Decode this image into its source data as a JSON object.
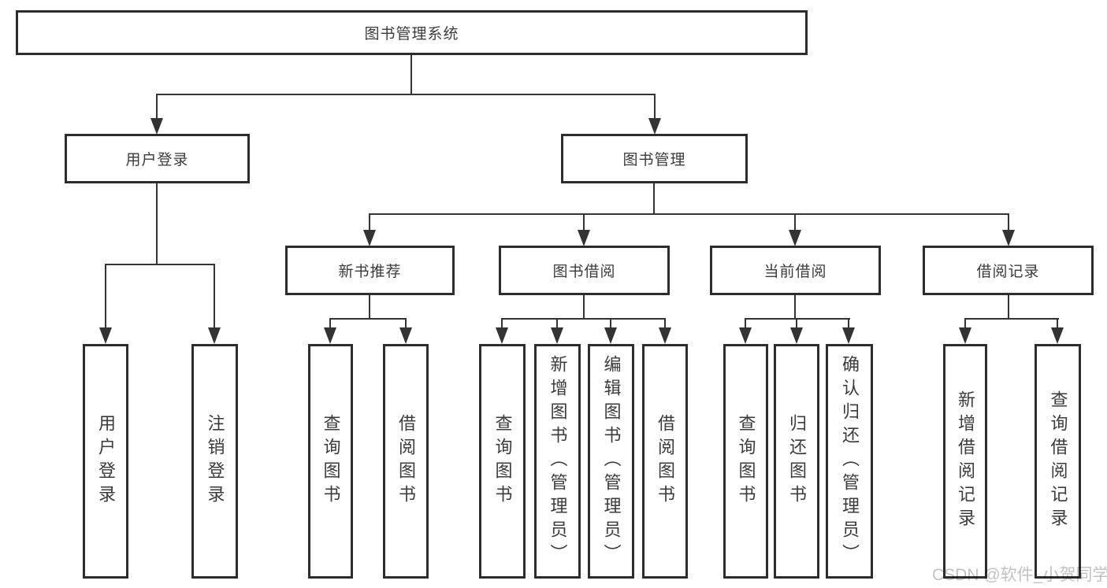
{
  "tree": {
    "root": {
      "label": "图书管理系统"
    },
    "level1": [
      {
        "label": "用户登录"
      },
      {
        "label": "图书管理"
      }
    ],
    "level2": [
      {
        "label": "新书推荐"
      },
      {
        "label": "图书借阅"
      },
      {
        "label": "当前借阅"
      },
      {
        "label": "借阅记录"
      }
    ],
    "leaves": {
      "user_login": [
        "用户登录",
        "注销登录"
      ],
      "new_book": [
        "查询图书",
        "借阅图书"
      ],
      "book_borrow": [
        "查询图书",
        "新增图书（管理员）",
        "编辑图书（管理员）",
        "借阅图书"
      ],
      "current_borrow": [
        "查询图书",
        "归还图书",
        "确认归还（管理员）"
      ],
      "borrow_record": [
        "新增借阅记录",
        "查询借阅记录"
      ]
    }
  },
  "watermark": "CSDN @软件_小贺同学",
  "colors": {
    "line": "#333333",
    "box_border": "#2d2d2d",
    "text": "#3b3b3b",
    "watermark": "#c2c2c2",
    "background": "#ffffff"
  }
}
